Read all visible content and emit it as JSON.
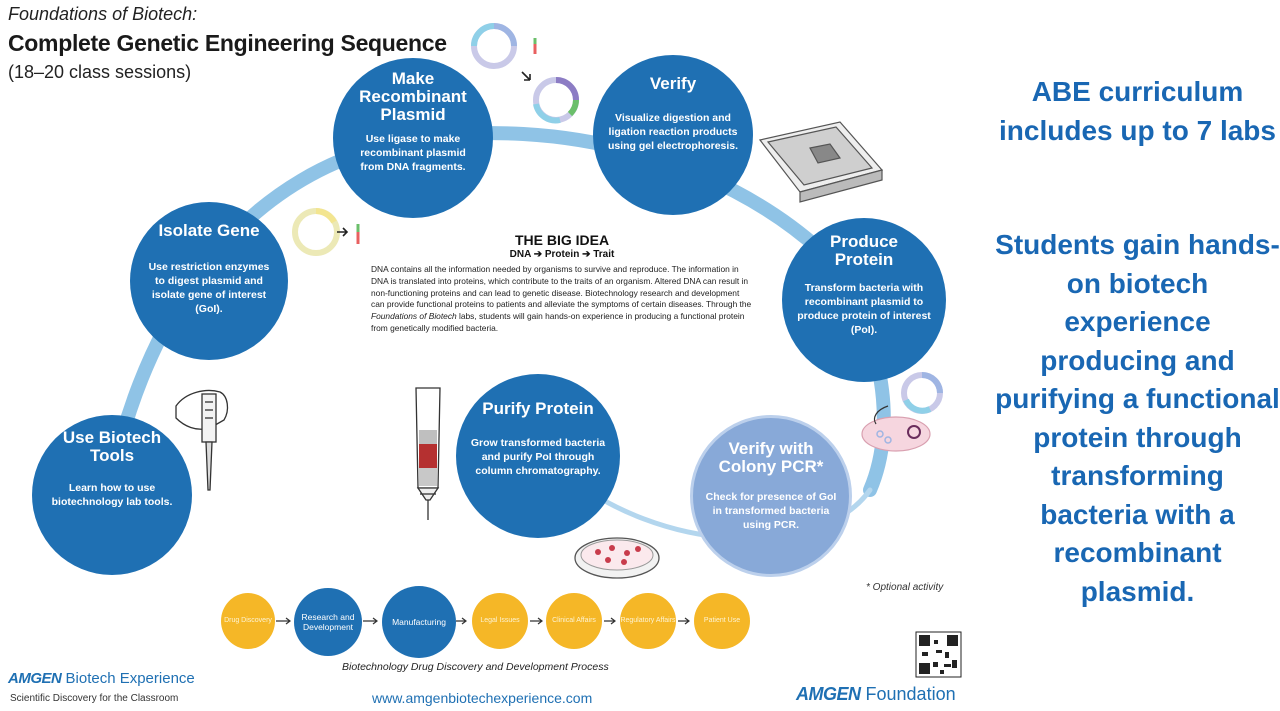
{
  "poster": {
    "series_title": "Foundations of Biotech:",
    "main_title": "Complete Genetic Engineering Sequence",
    "sub_title": "(18–20 class sessions)",
    "steps": [
      {
        "title": "Use Biotech Tools",
        "desc": "Learn how to use biotechnology lab tools."
      },
      {
        "title": "Isolate Gene",
        "desc": "Use restriction enzymes to digest plasmid and isolate gene of interest (GoI)."
      },
      {
        "title": "Make Recombinant Plasmid",
        "desc": "Use ligase to make recombinant plasmid from DNA fragments."
      },
      {
        "title": "Verify",
        "desc": "Visualize digestion and ligation reaction products using gel electrophoresis."
      },
      {
        "title": "Produce Protein",
        "desc": "Transform bacteria with recombinant plasmid to produce protein of interest (PoI)."
      },
      {
        "title": "Verify with Colony PCR*",
        "desc": "Check for presence of GoI in transformed bacteria using PCR."
      },
      {
        "title": "Purify Protein",
        "desc": "Grow transformed bacteria and purify PoI through column chromatography."
      }
    ],
    "big_idea": {
      "title": "THE BIG IDEA",
      "subtitle": "DNA ➔ Protein ➔ Trait",
      "body_1": "DNA contains all the information needed by organisms to survive and reproduce. The information in DNA is translated into proteins, which contribute to the traits of an organism. Altered DNA can result in non-functioning proteins and can lead to genetic disease. Biotechnology research and development can provide functional proteins to patients and alleviate the symptoms of certain diseases. Through the ",
      "body_italic": "Foundations of Biotech",
      "body_2": " labs, students will gain hands-on experience in producing a functional protein from genetically modified bacteria."
    },
    "optional_note": "* Optional activity",
    "process": {
      "caption": "Biotechnology Drug Discovery and Development Process",
      "steps": [
        "Drug Discovery",
        "Research and Development",
        "Manufacturing",
        "Legal Issues",
        "Clinical Affairs",
        "Regulatory Affairs",
        "Patient Use"
      ]
    },
    "footer": {
      "brand_mark": "AMGEN",
      "brand_name": "Biotech Experience",
      "tagline": "Scientific Discovery for the Classroom",
      "website": "www.amgenbiotechexperience.com",
      "foundation_mark": "AMGEN",
      "foundation_name": "Foundation"
    },
    "colors": {
      "blue": "#1f70b3",
      "light_blue": "#88a9d8",
      "yellow": "#f5b727",
      "ring": "#8fc3e6"
    }
  },
  "side_text": {
    "line_1": "ABE curriculum includes up to 7 labs",
    "line_2": "Students gain hands-on biotech experience producing and purifying a functional protein through transforming bacteria with a recombinant plasmid."
  }
}
